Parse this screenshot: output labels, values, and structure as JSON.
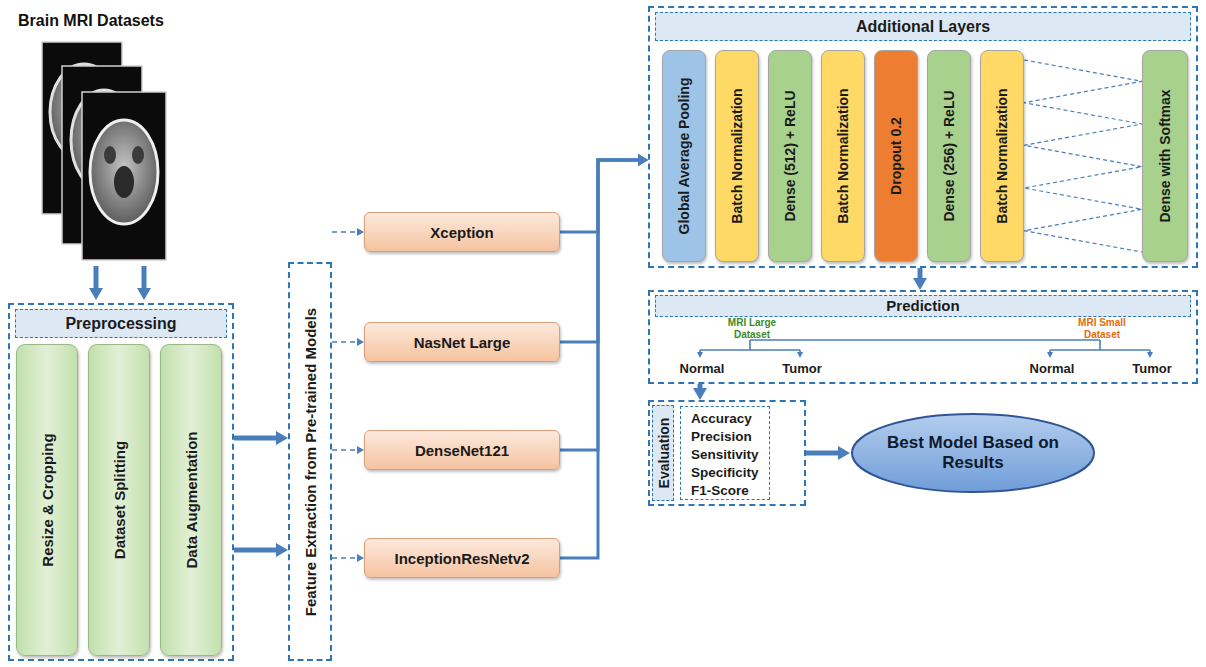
{
  "diagram": {
    "nodes": [
      {
        "text": [
          "Preprocessing"
        ]
      },
      {
        "text": [
          "Resize & Cropping"
        ],
        "in": 0
      },
      {
        "text": [
          "Dataset Splitting"
        ],
        "in": 0
      },
      {
        "text": [
          "Data Augmentation"
        ],
        "in": 0
      },
      {
        "text": [
          "Feature Extraction from Pre-trained Models"
        ]
      },
      {
        "text": [
          "Xception"
        ]
      },
      {
        "text": [
          "NasNet Large"
        ]
      },
      {
        "text": [
          "DenseNet121"
        ]
      },
      {
        "text": [
          "InceptionResNetv2"
        ]
      },
      {
        "text": [
          "Additional Layers"
        ]
      },
      {
        "text": [
          "Global Average Pooling"
        ],
        "in": 9
      },
      {
        "text": [
          "Batch Normalization"
        ],
        "in": 9
      },
      {
        "text": [
          "Dense (512) + ReLU"
        ],
        "in": 9
      },
      {
        "text": [
          "Batch Normalization"
        ],
        "in": 9
      },
      {
        "text": [
          "Dropout 0.2"
        ],
        "in": 9
      },
      {
        "text": [
          "Dense (256) + ReLU"
        ],
        "in": 9
      },
      {
        "text": [
          "Batch Normalization"
        ],
        "in": 9
      },
      {
        "text": [
          "Dense with Softmax"
        ],
        "in": 9
      },
      {
        "text": [
          "Prediction",
          "MRI Large Dataset",
          "Normal",
          "Tumor",
          "MRI Small Dataset",
          "Normal",
          "Tumor"
        ]
      },
      {
        "text": [
          "Evaluation",
          "Accuracy Precision Sensitivity Specificity F1-Score"
        ]
      },
      {
        "text": [
          "Best Model Based on Results"
        ]
      }
    ],
    "edges": [
      {
        "from": 0,
        "to": 4,
        "arrow": "to"
      },
      {
        "from": 0,
        "to": 4,
        "arrow": "to"
      },
      {
        "from": 4,
        "to": 5,
        "arrow": "to"
      },
      {
        "from": 4,
        "to": 6,
        "arrow": "to"
      },
      {
        "from": 4,
        "to": 7,
        "arrow": "to"
      },
      {
        "from": 4,
        "to": 8,
        "arrow": "to"
      },
      {
        "from": 5,
        "to": 9,
        "arrow": "to"
      },
      {
        "from": 6,
        "to": 9,
        "arrow": "to"
      },
      {
        "from": 7,
        "to": 9,
        "arrow": "to"
      },
      {
        "from": 8,
        "to": 9,
        "arrow": "to"
      },
      {
        "from": 9,
        "to": 18,
        "arrow": "to"
      },
      {
        "from": 18,
        "to": 19,
        "arrow": "to"
      },
      {
        "from": 19,
        "to": 20,
        "arrow": "to"
      },
      {
        "from": 16,
        "to": 17,
        "arrow": "none"
      }
    ],
    "labels": [
      "Brain MRI Datasets"
    ]
  }
}
